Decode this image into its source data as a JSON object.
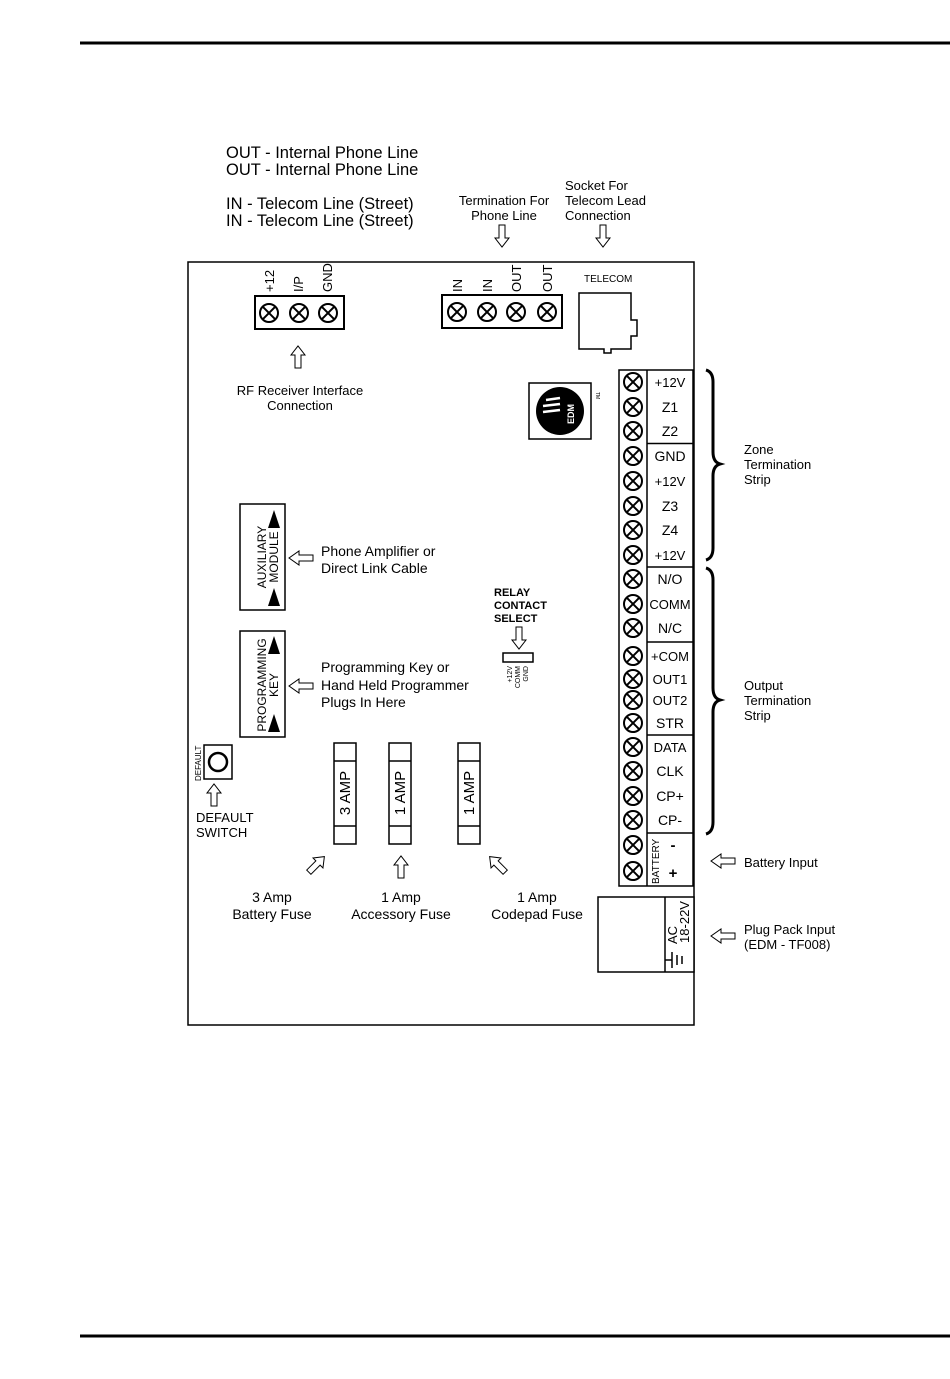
{
  "legend": {
    "out_line_1": "OUT - Internal Phone Line",
    "out_line_2": "OUT - Internal Phone Line",
    "in_line_1": "IN - Telecom Line (Street)",
    "in_line_2": "IN - Telecom Line (Street)"
  },
  "top_callouts": {
    "termination_line1": "Termination For",
    "termination_line2": "Phone Line",
    "socket_line1": "Socket For",
    "socket_line2": "Telecom Lead",
    "socket_line3": "Connection"
  },
  "rf_terminals": [
    "+12",
    "I/P",
    "GND"
  ],
  "phone_terminals": [
    "IN",
    "IN",
    "OUT",
    "OUT"
  ],
  "telecom_label": "TELECOM",
  "rf_caption": {
    "line1": "RF Receiver Interface",
    "line2": "Connection"
  },
  "edm_logo": {
    "text": "EDM",
    "tm": "TM"
  },
  "aux_module": {
    "line1": "AUXILIARY",
    "line2": "MODULE",
    "caption1": "Phone Amplifier or",
    "caption2": "Direct Link Cable"
  },
  "programming_key": {
    "line1": "PROGRAMMING",
    "line2": "KEY",
    "caption1": "Programming Key or",
    "caption2": "Hand Held Programmer",
    "caption3": "Plugs In Here"
  },
  "relay": {
    "title1": "RELAY",
    "title2": "CONTACT",
    "title3": "SELECT",
    "pins": [
      "+12V",
      "COMM",
      "GND"
    ]
  },
  "default_switch": {
    "vertical": "DEFAULT",
    "caption1": "DEFAULT",
    "caption2": "SWITCH"
  },
  "fuses": [
    {
      "rating": "3 AMP",
      "caption1": "3 Amp",
      "caption2": "Battery Fuse"
    },
    {
      "rating": "1 AMP",
      "caption1": "1 Amp",
      "caption2": "Accessory Fuse"
    },
    {
      "rating": "1 AMP",
      "caption1": "1 Amp",
      "caption2": "Codepad Fuse"
    }
  ],
  "terminal_strip": [
    "+12V",
    "Z1",
    "Z2",
    "GND",
    "+12V",
    "Z3",
    "Z4",
    "+12V",
    "N/O",
    "COMM",
    "N/C",
    "+COM",
    "OUT1",
    "OUT2",
    "STR",
    "DATA",
    "CLK",
    "CP+",
    "CP-"
  ],
  "battery": {
    "label": "BATTERY",
    "minus": "-",
    "plus": "+",
    "caption": "Battery Input"
  },
  "zone_strip": {
    "line1": "Zone",
    "line2": "Termination",
    "line3": "Strip"
  },
  "output_strip": {
    "line1": "Output",
    "line2": "Termination",
    "line3": "Strip"
  },
  "plug_pack": {
    "ac": "AC",
    "voltage": "18-22V",
    "caption1": "Plug Pack Input",
    "caption2": "(EDM - TF008)"
  }
}
